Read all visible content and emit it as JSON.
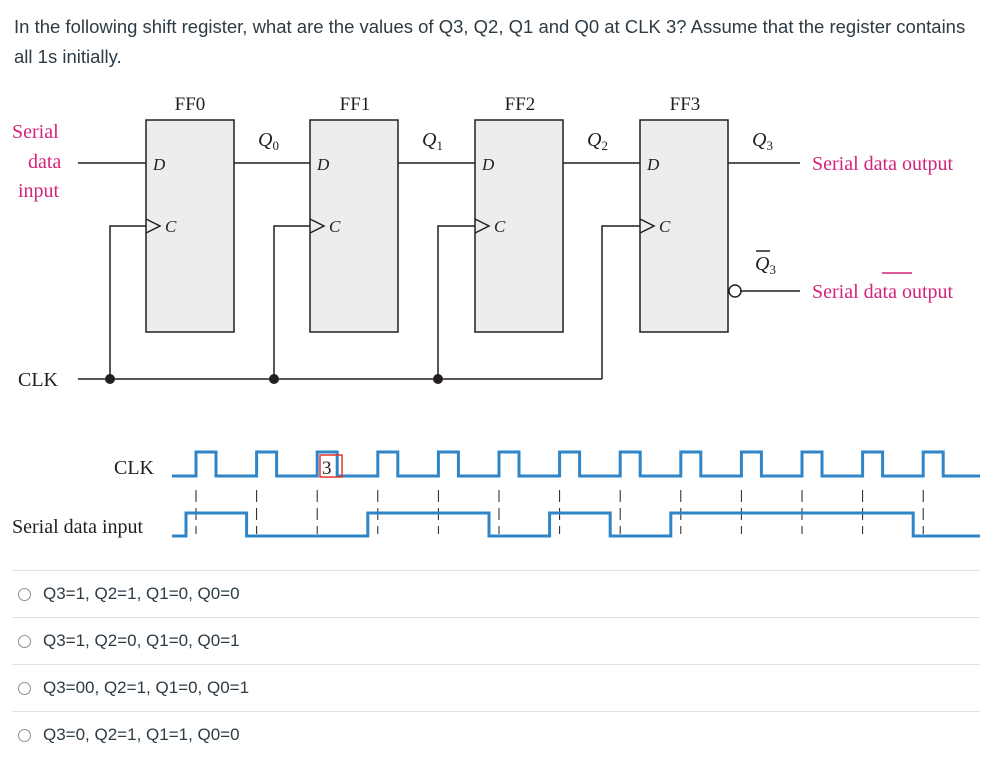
{
  "question": {
    "text": "In the following shift register, what are the values of Q3, Q2, Q1 and Q0 at CLK 3? Assume that the register contains all 1s initially."
  },
  "diagram": {
    "flipflops": [
      {
        "name": "FF0",
        "out": "Q",
        "sub": "0"
      },
      {
        "name": "FF1",
        "out": "Q",
        "sub": "1"
      },
      {
        "name": "FF2",
        "out": "Q",
        "sub": "2"
      },
      {
        "name": "FF3",
        "out": "Q",
        "sub": "3"
      }
    ],
    "pin_d": "D",
    "pin_c": "C",
    "input_label_1": "Serial",
    "input_label_2": "data",
    "input_label_3": "input",
    "clk_label": "CLK",
    "output_label": "Serial data output",
    "output_bar_label": "Serial data output",
    "qbar_label": "Q",
    "qbar_sub": "3",
    "timing": {
      "clk_label": "CLK",
      "data_label": "Serial data input",
      "marker": "3",
      "num_pulses": 13,
      "data_bits": [
        1,
        0,
        0,
        1,
        1,
        0,
        1,
        0,
        1,
        1,
        1,
        1,
        0
      ]
    },
    "colors": {
      "label_pink": "#d4237a",
      "wave_blue": "#2e86c8",
      "box_fill": "#ededed",
      "marker_red": "#e8342b"
    }
  },
  "answers": [
    {
      "label": "Q3=1, Q2=1, Q1=0, Q0=0"
    },
    {
      "label": "Q3=1, Q2=0, Q1=0, Q0=1"
    },
    {
      "label": "Q3=00, Q2=1, Q1=0, Q0=1"
    },
    {
      "label": "Q3=0, Q2=1, Q1=1, Q0=0"
    }
  ]
}
